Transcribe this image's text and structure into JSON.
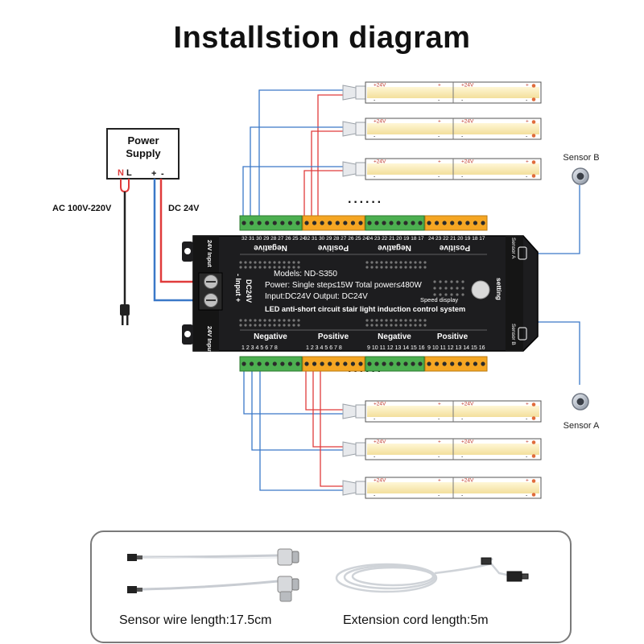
{
  "title": "Installstion diagram",
  "power_supply": {
    "label_line1": "Power",
    "label_line2": "Supply",
    "terminal_n": "N",
    "terminal_l": "L",
    "terminal_plus": "+",
    "terminal_minus": "-"
  },
  "ac_label": "AC 100V-220V",
  "dc_label": "DC 24V",
  "strip_label": "+24V",
  "strip_plus": "+",
  "strip_minus": "-",
  "ellipsis": "······",
  "sensor_b_label": "Sensor B",
  "sensor_a_label": "Sensor A",
  "controller": {
    "models": "Models:  ND-S350",
    "power": "Power:  Single step≤15W Total power≤480W",
    "io": "Input:DC24V    Output:  DC24V",
    "system": "LED anti-short circuit stair light induction control system",
    "speed_display": "Speed display",
    "setting": "setting",
    "input_plus_minus": "- Input +",
    "dc24v": "DC24V",
    "input_24v_top": "24V Input",
    "input_24v_bottom": "24V Input",
    "sensor_a_side": "Sensor A",
    "sensor_b_side": "Sensor B",
    "top_labels": [
      "Negative",
      "Positive",
      "Negative",
      "Positive"
    ],
    "bottom_labels": [
      "Negative",
      "Positive",
      "Negative",
      "Positive"
    ],
    "top_numbers_1": "32 31 30 29 28 27 26 25 24",
    "top_numbers_2": "32 31 30 29 28 27 26 25 24",
    "top_numbers_3": "24 23 22 21 20 19 18 17",
    "top_numbers_4": "24 23 22 21 20 19 18 17",
    "bottom_numbers_1": "1 2 3 4 5 6 7 8",
    "bottom_numbers_2": "1 2 3 4 5 6 7 8",
    "bottom_numbers_3": "9 10 11 12 13 14 15 16",
    "bottom_numbers_4": "9 10 11 12 13 14 15 16"
  },
  "accessories": {
    "sensor_wire": "Sensor wire length:17.5cm",
    "extension_cord": "Extension cord length:5m"
  },
  "colors": {
    "strip_yellow": "#fbeec0",
    "wire_red": "#e03b3b",
    "wire_blue": "#3a78c8",
    "terminal_green": "#4caf50",
    "terminal_orange": "#f5a623",
    "controller_body": "#1a1a1a"
  }
}
